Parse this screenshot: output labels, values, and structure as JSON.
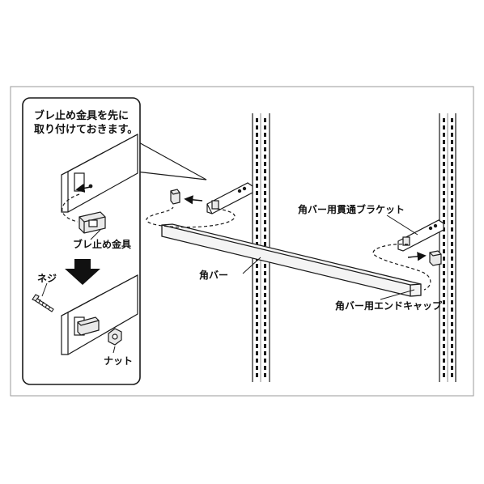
{
  "callout": {
    "line1": "ブレ止め金具を先に",
    "line2": "取り付けておきます。"
  },
  "labels": {
    "anti_wobble_bracket": "ブレ止め金具",
    "screw": "ネジ",
    "nut": "ナット",
    "square_bar": "角バー",
    "through_bracket": "角バー用貫通ブラケット",
    "end_cap": "角バー用エンドキャップ"
  },
  "colors": {
    "line": "#1a1a1a",
    "frame": "#9a9a9a",
    "bar_fill": "#f4f4f4",
    "panel_fill": "#ffffff",
    "part_fill": "#e9e9e9"
  }
}
